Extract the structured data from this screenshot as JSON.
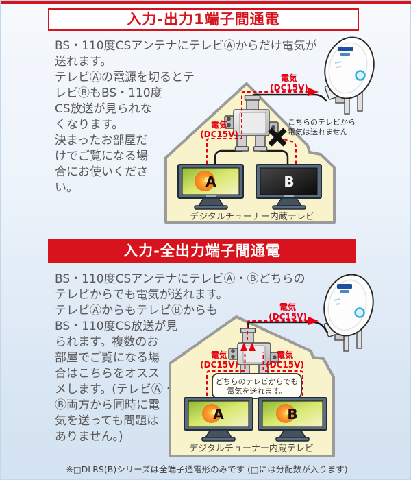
{
  "page": {
    "accent_red": "#d7141e",
    "label_red": "#e60012",
    "house_fill": "#f9f3cb",
    "house_border": "#9b9b9b",
    "body_text_color": "#595757",
    "background_blue": "#dce8f5",
    "footnote": "※□DLRS(B)シリーズは全端子通電形のみです (□には分配数が入ります)"
  },
  "section1": {
    "header": "入力-出力1端子間通電",
    "body": "BS・110度CSアンテナにテレビⒶからだけ電気が\n送れます。\nテレビⒶの電源を切るとテ\nレビⒷもBS・110度\nCS放送が見られな\nくなります。\n決まったお部屋だ\nけでご覧になる場\n合にお使いくださ\nい。",
    "diagram": {
      "antenna_power_line1": "電気",
      "antenna_power_line2": "(DC15V)",
      "tv_a_power_line1": "電気",
      "tv_a_power_line2": "(DC15V)",
      "blocked_note_line1": "こちらのテレビから",
      "blocked_note_line2": "電気は送れません",
      "tv_a_letter": "A",
      "tv_b_letter": "B",
      "caption": "デジタルチューナー内蔵テレビ"
    }
  },
  "section2": {
    "header": "入力-全出力端子間通電",
    "body": "BS・110度CSアンテナにテレビⒶ・Ⓑどちらの\nテレビからでも電気が送れます。\nテレビⒶからもテレビⒷからも\nBS・110度CS放送が見\nられます。複数のお\n部屋でご覧になる場\n合はこちらをオスス\nメします。(テレビⒶ・\nⒷ両方から同時に電\n気を送っても問題は\nありません。)",
    "diagram": {
      "antenna_power_line1": "電気",
      "antenna_power_line2": "(DC15V)",
      "tv_a_power_line1": "電気",
      "tv_a_power_line2": "(DC15V)",
      "tv_b_power_line1": "電気",
      "tv_b_power_line2": "(DC15V)",
      "callout_line1": "どちらのテレビからでも",
      "callout_line2": "電気を送れます。",
      "tv_a_letter": "A",
      "tv_b_letter": "B",
      "caption": "デジタルチューナー内蔵テレビ"
    }
  }
}
